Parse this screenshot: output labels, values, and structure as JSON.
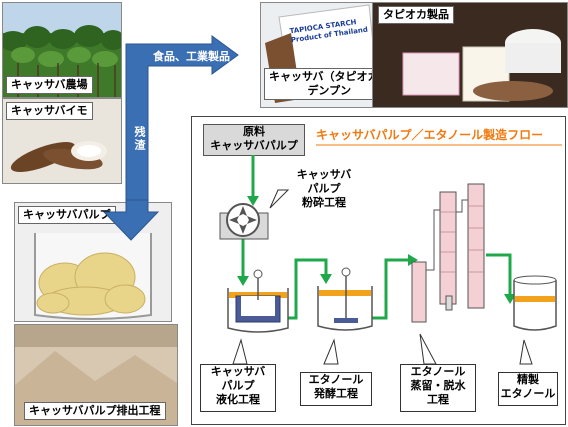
{
  "photos": {
    "farm_label": "キャッサバ農場",
    "tuber_label": "キャッサバイモ",
    "pulp_label": "キャッサバパルプ",
    "discharge_label": "キャッサバパルプ排出工程",
    "starch_label": "キャッサバ（タピオカ）\nデンプン",
    "products_label": "タピオカ製品",
    "starch_bag_text": "TAPIOCA STARCH\nProduct of Thailand"
  },
  "arrows": {
    "products_arrow": "食品、工業製品",
    "residue_arrow": "残渣"
  },
  "flow": {
    "title": "キャッサバパルプ／エタノール製造フロー",
    "raw_material": "原料\nキャッサバパルプ",
    "crushing": "キャッサバ\nパルプ\n粉砕工程",
    "liquefaction": "キャッサバ\nパルプ\n液化工程",
    "fermentation": "エタノール\n発酵工程",
    "distillation": "エタノール\n蒸留・脱水\n工程",
    "refined": "精製\nエタノール"
  },
  "colors": {
    "arrow_blue": "#3a6fb3",
    "flow_green": "#1fa84a",
    "title_orange": "#f07a10",
    "liquid_orange": "#f2a31b",
    "column_pink": "#f4cfd4"
  }
}
